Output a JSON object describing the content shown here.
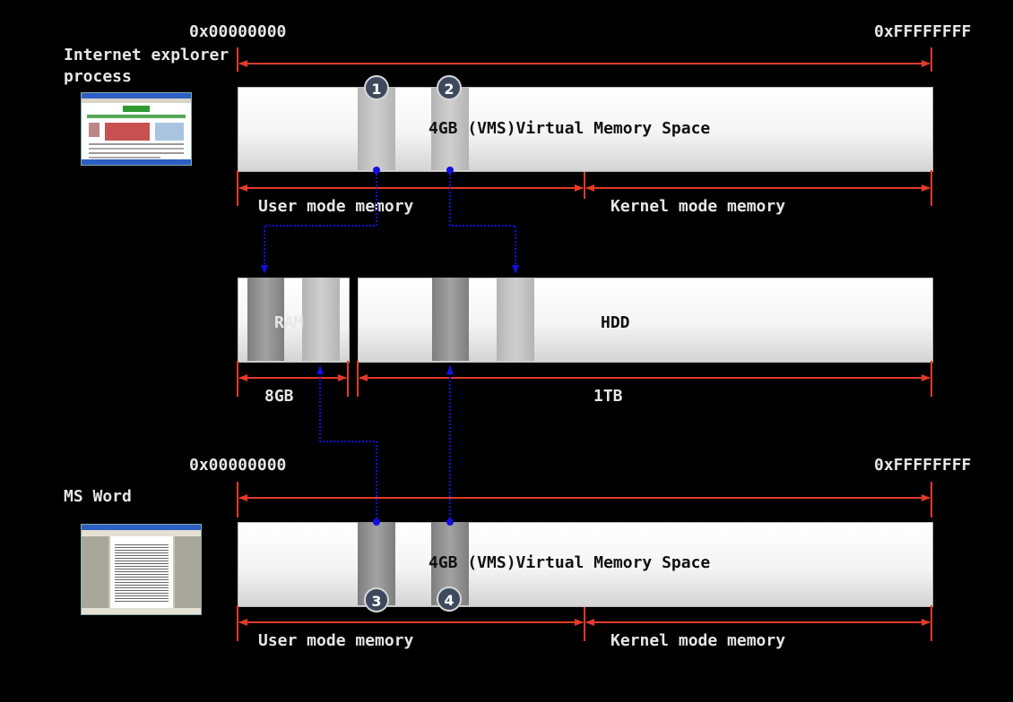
{
  "top": {
    "addr_start": "0x00000000",
    "addr_end": "0xFFFFFFFF",
    "process_label_line1": "Internet explorer",
    "process_label_line2": "process",
    "vms_label": "4GB (VMS)Virtual Memory Space",
    "user_label": "User mode memory",
    "kernel_label": "Kernel mode memory",
    "badges": [
      "1",
      "2"
    ]
  },
  "middle": {
    "ram_label": "RAM",
    "hdd_label": "HDD",
    "ram_size": "8GB",
    "hdd_size": "1TB"
  },
  "bottom": {
    "addr_start": "0x00000000",
    "addr_end": "0xFFFFFFFF",
    "process_label": "MS Word",
    "vms_label": "4GB (VMS)Virtual Memory Space",
    "user_label": "User mode memory",
    "kernel_label": "Kernel mode memory",
    "badges": [
      "3",
      "4"
    ]
  },
  "colors": {
    "background": "#000000",
    "range_arrow": "#e23a2a",
    "mapping_arrow": "#1010e0",
    "label": "#e6e6e6"
  }
}
